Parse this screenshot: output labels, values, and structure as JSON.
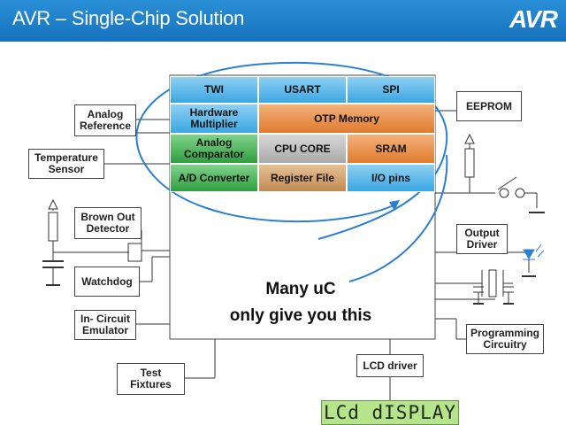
{
  "header": {
    "title": "AVR – Single-Chip Solution",
    "logo_text": "AVR"
  },
  "chip": {
    "twi": "TWI",
    "usart": "USART",
    "spi": "SPI",
    "hw_mult": "Hardware\nMultiplier",
    "otp": "OTP Memory",
    "analog_comp": "Analog\nComparator",
    "cpu": "CPU CORE",
    "sram": "SRAM",
    "adc": "A/D Converter",
    "regfile": "Register File",
    "io": "I/O pins"
  },
  "left": {
    "analog_ref": "Analog\nReference",
    "temp": "Temperature\nSensor",
    "brown_out": "Brown Out\nDetector",
    "watchdog": "Watchdog",
    "ice": "In- Circuit\nEmulator",
    "test": "Test\nFixtures"
  },
  "right": {
    "eeprom": "EEPROM",
    "output_driver": "Output\nDriver",
    "programming": "Programming\nCircuitry",
    "lcd_driver": "LCD driver"
  },
  "caption": {
    "line1": "Many uC",
    "line2": "only give you this"
  },
  "lcd_display": "LCd dISPLAY",
  "colors": {
    "header": "#1672bd",
    "blue": "#3aa7e2",
    "orange": "#e07a2f",
    "green": "#2f9e3f",
    "lcd": "#b6e48d"
  }
}
